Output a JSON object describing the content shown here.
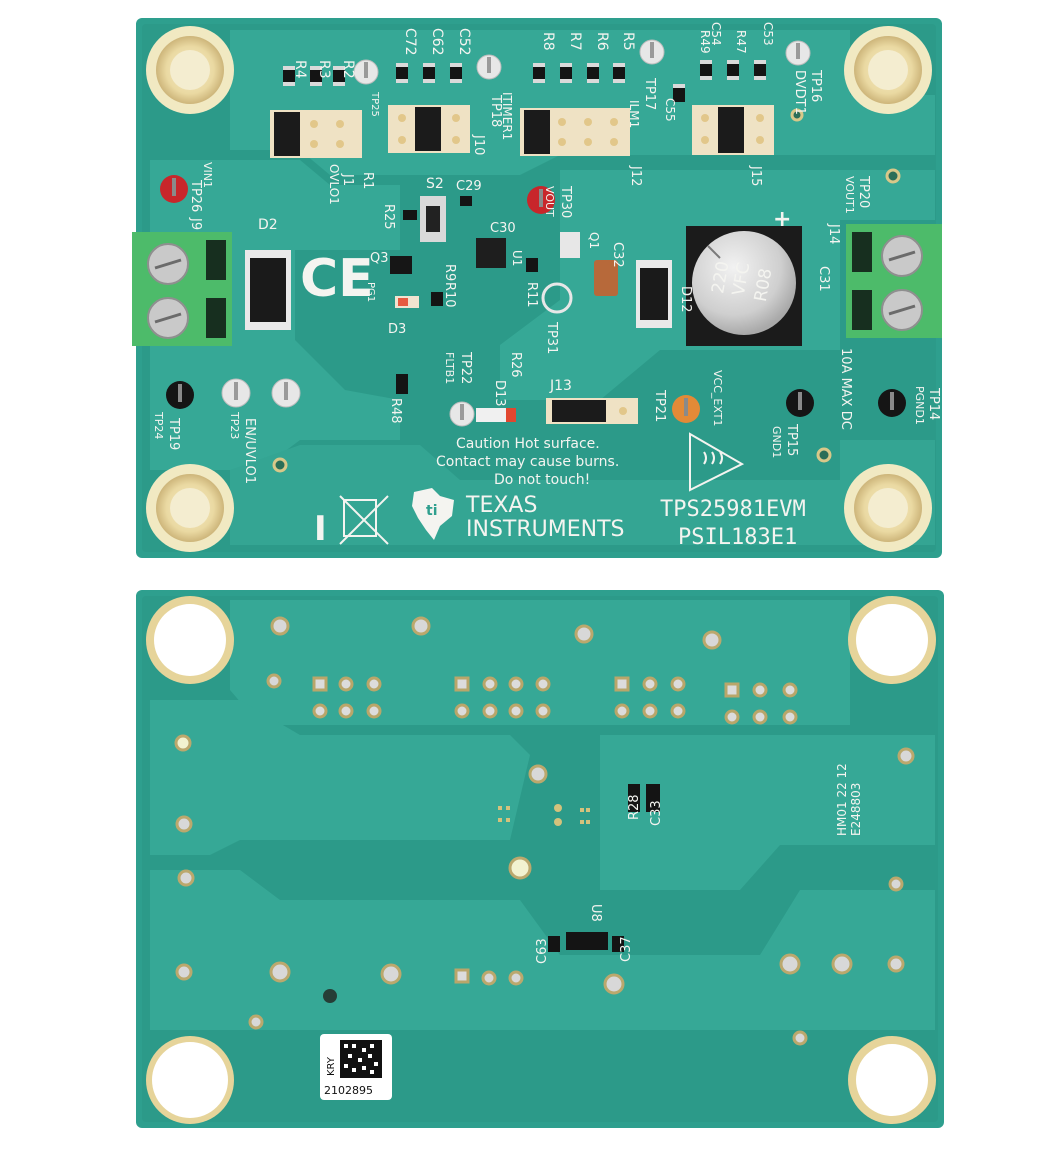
{
  "top_board": {
    "refdes": [
      "R4",
      "R3",
      "R2",
      "C72",
      "C62",
      "C52",
      "R8",
      "R7",
      "R6",
      "R5",
      "C54",
      "C53",
      "R49",
      "R47",
      "TP25",
      "TP18",
      "J10",
      "TP17",
      "C55",
      "TP16",
      "DVDT1",
      "ITIMER1",
      "ILM1",
      "J1",
      "OVLO1",
      "R1",
      "S2",
      "C29",
      "R25",
      "C30",
      "TP30",
      "VOUT",
      "Q1",
      "C32",
      "C31",
      "TP20",
      "VOUT1",
      "J14",
      "J12",
      "J15",
      "TP26",
      "J9",
      "VIN1",
      "D2",
      "Q3",
      "R9",
      "R10",
      "PG1",
      "D3",
      "U1",
      "R11",
      "TP31",
      "D12",
      "TP22",
      "FLTB1",
      "R26",
      "D13",
      "R48",
      "J13",
      "TP21",
      "VCC_EXT1",
      "TP15",
      "GND1",
      "TP14",
      "PGND1",
      "TP19",
      "TP24",
      "EN/UVLO1",
      "TP23"
    ],
    "cap_label": [
      "220",
      "VFC",
      "R08"
    ],
    "plus_sign": "+",
    "rating": "10A MAX DC",
    "caution": [
      "Caution Hot surface.",
      "Contact may cause burns.",
      "Do not touch!"
    ],
    "brand": [
      "TEXAS",
      "INSTRUMENTS"
    ],
    "board_name": "TPS25981EVM",
    "board_id": "PSIL183E1",
    "mark_i": "I"
  },
  "bottom_board": {
    "refdes": [
      "R28",
      "C33",
      "U8",
      "C63",
      "C37"
    ],
    "lot": [
      "HM01 22 12",
      "E248803"
    ],
    "sticker": [
      "KRY",
      "2102895"
    ]
  },
  "colors": {
    "pcb": "#2e9f8e",
    "copper_plane": "#3aae9c",
    "silkscreen": "#f4f4f0",
    "terminal_block": "#4dbb6a",
    "mount_pad": "#e8d9a0"
  }
}
